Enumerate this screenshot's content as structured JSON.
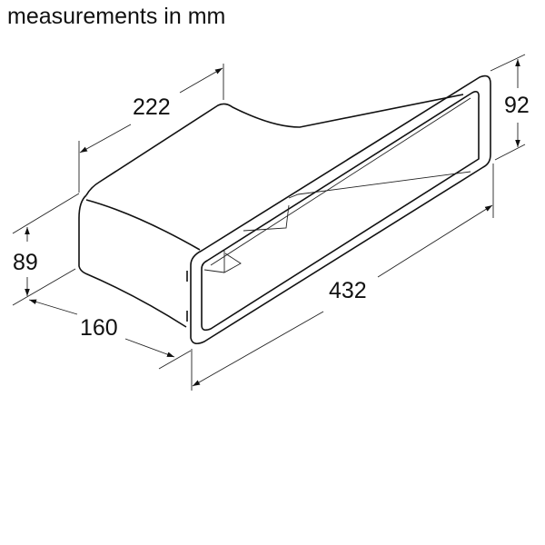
{
  "title": "measurements in mm",
  "dimensions": {
    "depth_top": "222",
    "height_outlet": "92",
    "height_inlet": "89",
    "width_inlet": "160",
    "length": "432"
  },
  "colors": {
    "line": "#111111",
    "background": "#ffffff"
  }
}
